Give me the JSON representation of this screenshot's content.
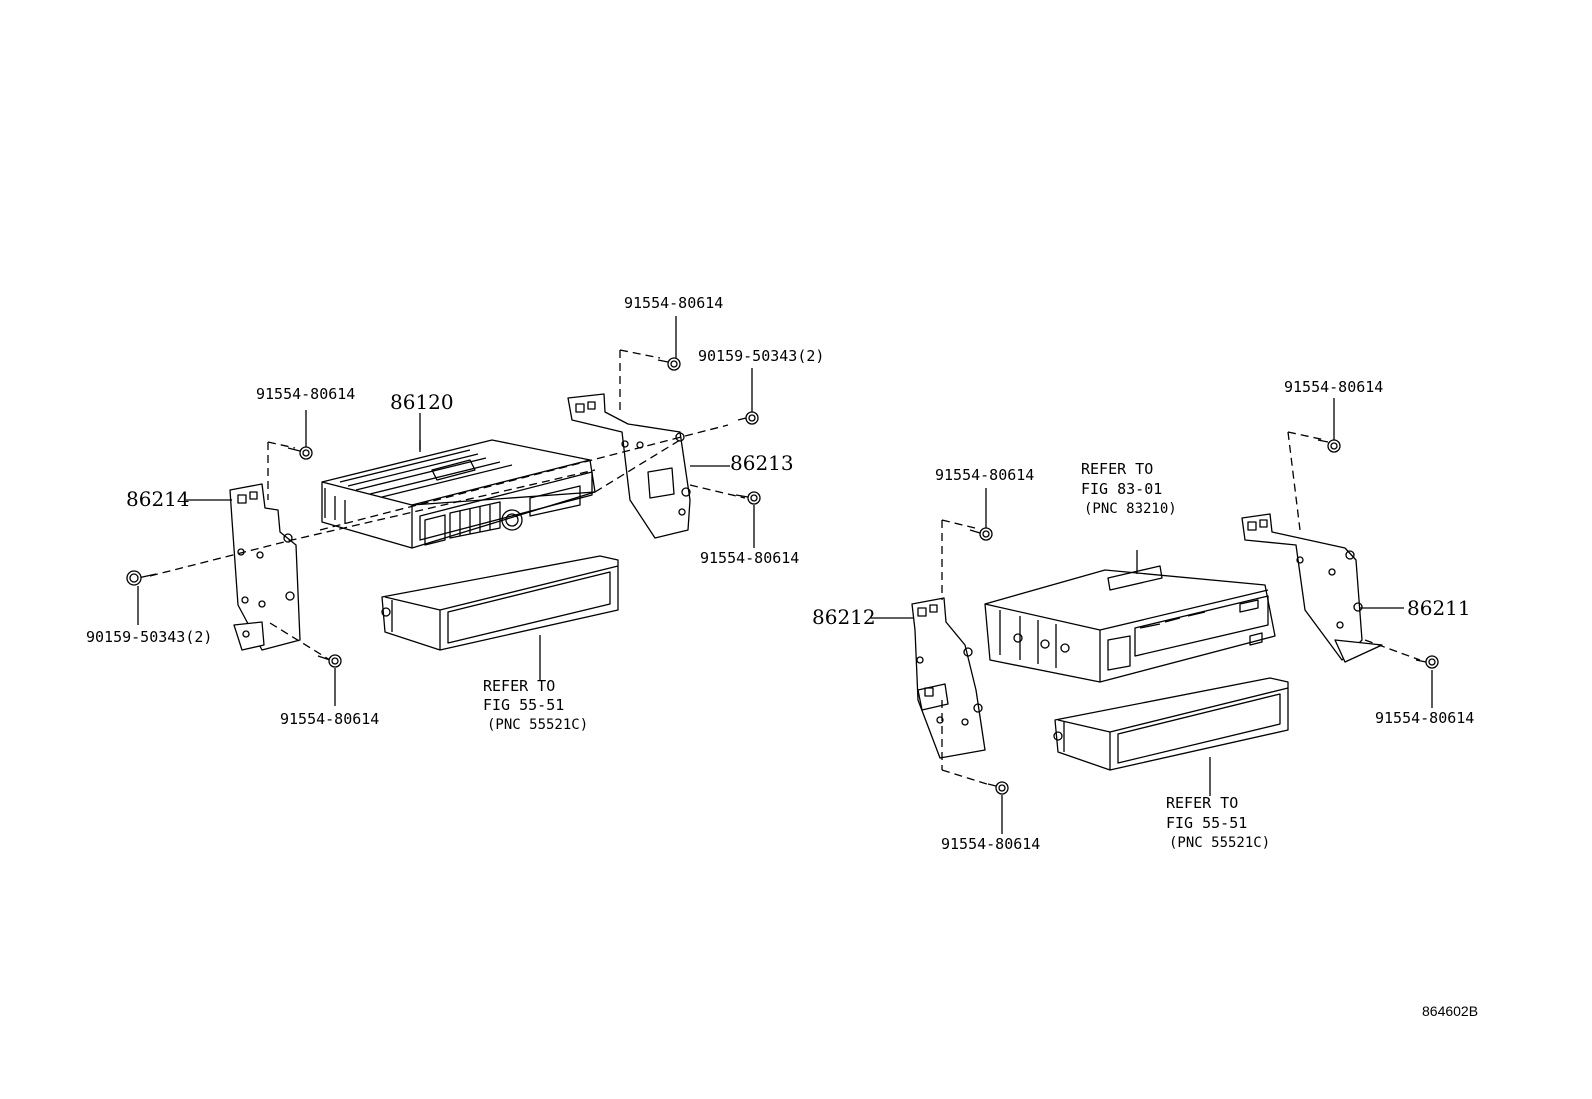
{
  "colors": {
    "line": "#000000",
    "background": "#ffffff"
  },
  "labels": {
    "p_86120": "86120",
    "p_86214": "86214",
    "p_86213": "86213",
    "p_86212": "86212",
    "p_86211": "86211",
    "screw_left_top": "91554-80614",
    "screw_left_bottom": "91554-80614",
    "bolt_left": "90159-50343(2)",
    "screw_mid_top": "91554-80614",
    "bolt_mid": "90159-50343(2)",
    "screw_mid_right": "91554-80614",
    "screw_r1_top": "91554-80614",
    "screw_r1_bottom": "91554-80614",
    "screw_r2_top": "91554-80614",
    "screw_r2_bottom": "91554-80614",
    "refer_left": {
      "line1": "REFER TO",
      "line2": "FIG 55-51",
      "line3": "(PNC 55521C)"
    },
    "refer_mid": {
      "line1": "REFER TO",
      "line2": "FIG 83-01",
      "line3": "(PNC 83210)"
    },
    "refer_right": {
      "line1": "REFER TO",
      "line2": "FIG 55-51",
      "line3": "(PNC 55521C)"
    },
    "figure_code": "864602B"
  }
}
